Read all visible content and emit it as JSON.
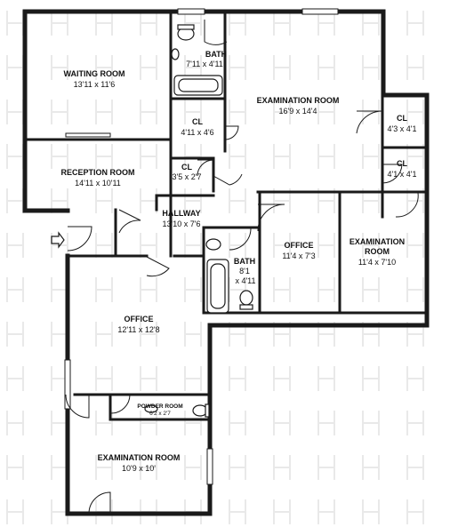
{
  "rooms": {
    "waiting": {
      "name": "WAITING ROOM",
      "dims": "13'11 x 11'6"
    },
    "reception": {
      "name": "RECEPTION ROOM",
      "dims": "14'11 x 10'11"
    },
    "bath_top": {
      "name": "BATH",
      "dims": "7'11 x 4'11"
    },
    "cl_center": {
      "name": "CL",
      "dims": "4'11 x 4'6"
    },
    "cl_small": {
      "name": "CL",
      "dims": "3'5 x 2'7"
    },
    "exam_main": {
      "name": "EXAMINATION ROOM",
      "dims": "16'9 x 14'4"
    },
    "cl_right1": {
      "name": "CL",
      "dims": "4'3 x 4'1"
    },
    "cl_right2": {
      "name": "CL",
      "dims": "4'1 x 4'1"
    },
    "hallway": {
      "name": "HALLWAY",
      "dims": "13'10 x 7'6"
    },
    "bath_mid": {
      "name": "BATH",
      "dims": "8'1",
      "dims2": "x 4'11"
    },
    "office_small": {
      "name": "OFFICE",
      "dims": "11'4 x 7'3"
    },
    "exam_right": {
      "name": "EXAMINATION",
      "name2": "ROOM",
      "dims": "11'4 x 7'10"
    },
    "office_big": {
      "name": "OFFICE",
      "dims": "12'11 x 12'8"
    },
    "powder": {
      "name": "POWDER ROOM",
      "dims": "6'2 x 2'7"
    },
    "exam_bottom": {
      "name": "EXAMINATION ROOM",
      "dims": "10'9 x 10'"
    }
  }
}
